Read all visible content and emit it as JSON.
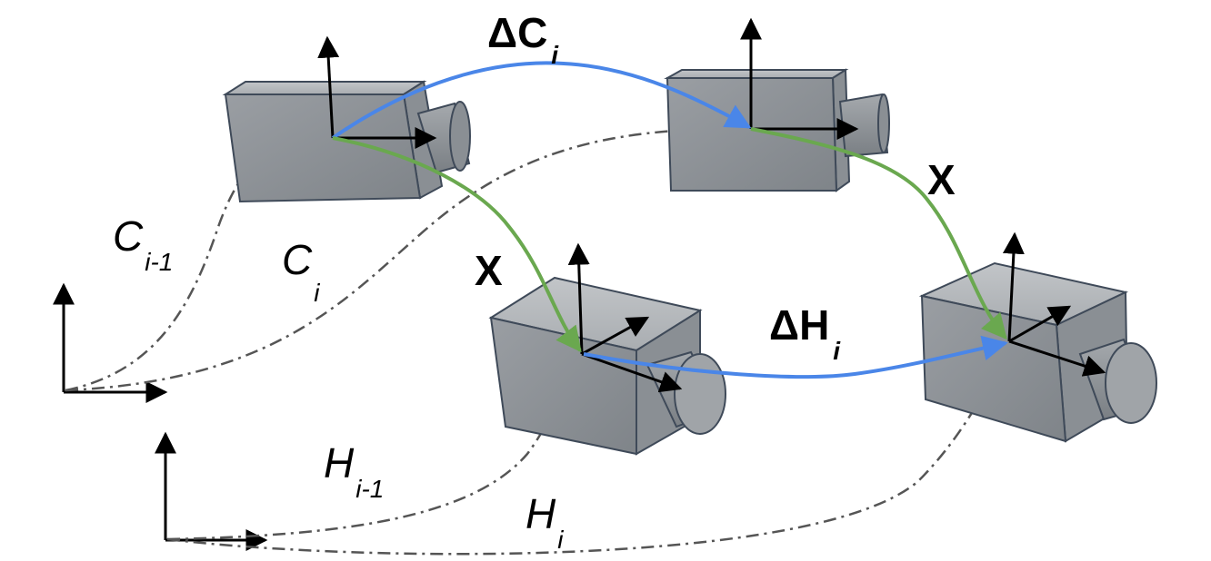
{
  "labels": {
    "delta_c": "ΔC",
    "delta_c_sub": "i",
    "delta_h": "ΔH",
    "delta_h_sub": "i",
    "x_top": "X",
    "x_left": "X",
    "c_prev": "C",
    "c_prev_sub": "i-1",
    "c_curr": "C",
    "c_curr_sub": "i",
    "h_prev": "H",
    "h_prev_sub": "i-1",
    "h_curr": "H",
    "h_curr_sub": "i"
  },
  "colors": {
    "blue_transform": "#4a86e8",
    "green_transform": "#6aa84f",
    "trajectory": "#555555",
    "axes": "#000000",
    "camera_body": "#8e9296",
    "camera_edge": "#3f4a59"
  }
}
